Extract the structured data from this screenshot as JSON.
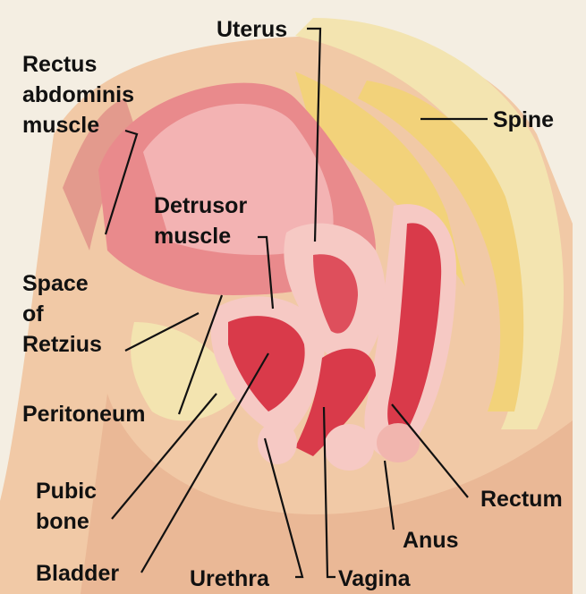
{
  "colors": {
    "background": "#f4eee2",
    "skin": "#f1c9a6",
    "bone": "#f3e4b0",
    "fat": "#f2d27a",
    "muscle_red": "#d93a4a",
    "light_pink": "#f6c9c4",
    "label_text": "#111111"
  },
  "labels": {
    "uterus": "Uterus",
    "rectus_line1": "Rectus",
    "rectus_line2": "abdominis",
    "rectus_line3": "muscle",
    "spine": "Spine",
    "detrusor_line1": "Detrusor",
    "detrusor_line2": "muscle",
    "retzius_line1": "Space",
    "retzius_line2": "of",
    "retzius_line3": "Retzius",
    "peritoneum": "Peritoneum",
    "pubic_line1": "Pubic",
    "pubic_line2": "bone",
    "bladder": "Bladder",
    "urethra": "Urethra",
    "vagina": "Vagina",
    "anus": "Anus",
    "rectum": "Rectum"
  }
}
